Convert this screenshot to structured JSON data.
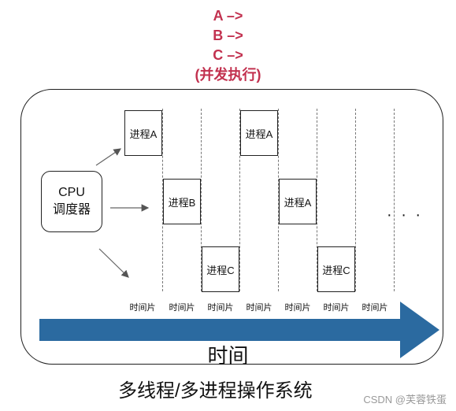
{
  "header": {
    "lines": [
      "A –>",
      "B –>",
      "C –>",
      "(并发执行)"
    ]
  },
  "cpu": {
    "line1": "CPU",
    "line2": "调度器"
  },
  "processes": [
    {
      "label": "进程A",
      "slot": 1,
      "row": "top"
    },
    {
      "label": "进程B",
      "slot": 2,
      "row": "middle"
    },
    {
      "label": "进程C",
      "slot": 3,
      "row": "bottom"
    },
    {
      "label": "进程A",
      "slot": 4,
      "row": "top"
    },
    {
      "label": "进程A",
      "slot": 5,
      "row": "middle"
    },
    {
      "label": "进程C",
      "slot": 6,
      "row": "bottom"
    }
  ],
  "time_slice_label": "时间片",
  "time_slices": [
    "时间片",
    "时间片",
    "时间片",
    "时间片",
    "时间片",
    "时间片",
    "时间片"
  ],
  "ellipsis": "· · ·",
  "timeline_label": "时间",
  "caption": "多线程/多进程操作系统",
  "watermark": "CSDN @芙蓉铁蛋",
  "colors": {
    "header": "#c2314f",
    "arrow": "#2b6aa0"
  }
}
